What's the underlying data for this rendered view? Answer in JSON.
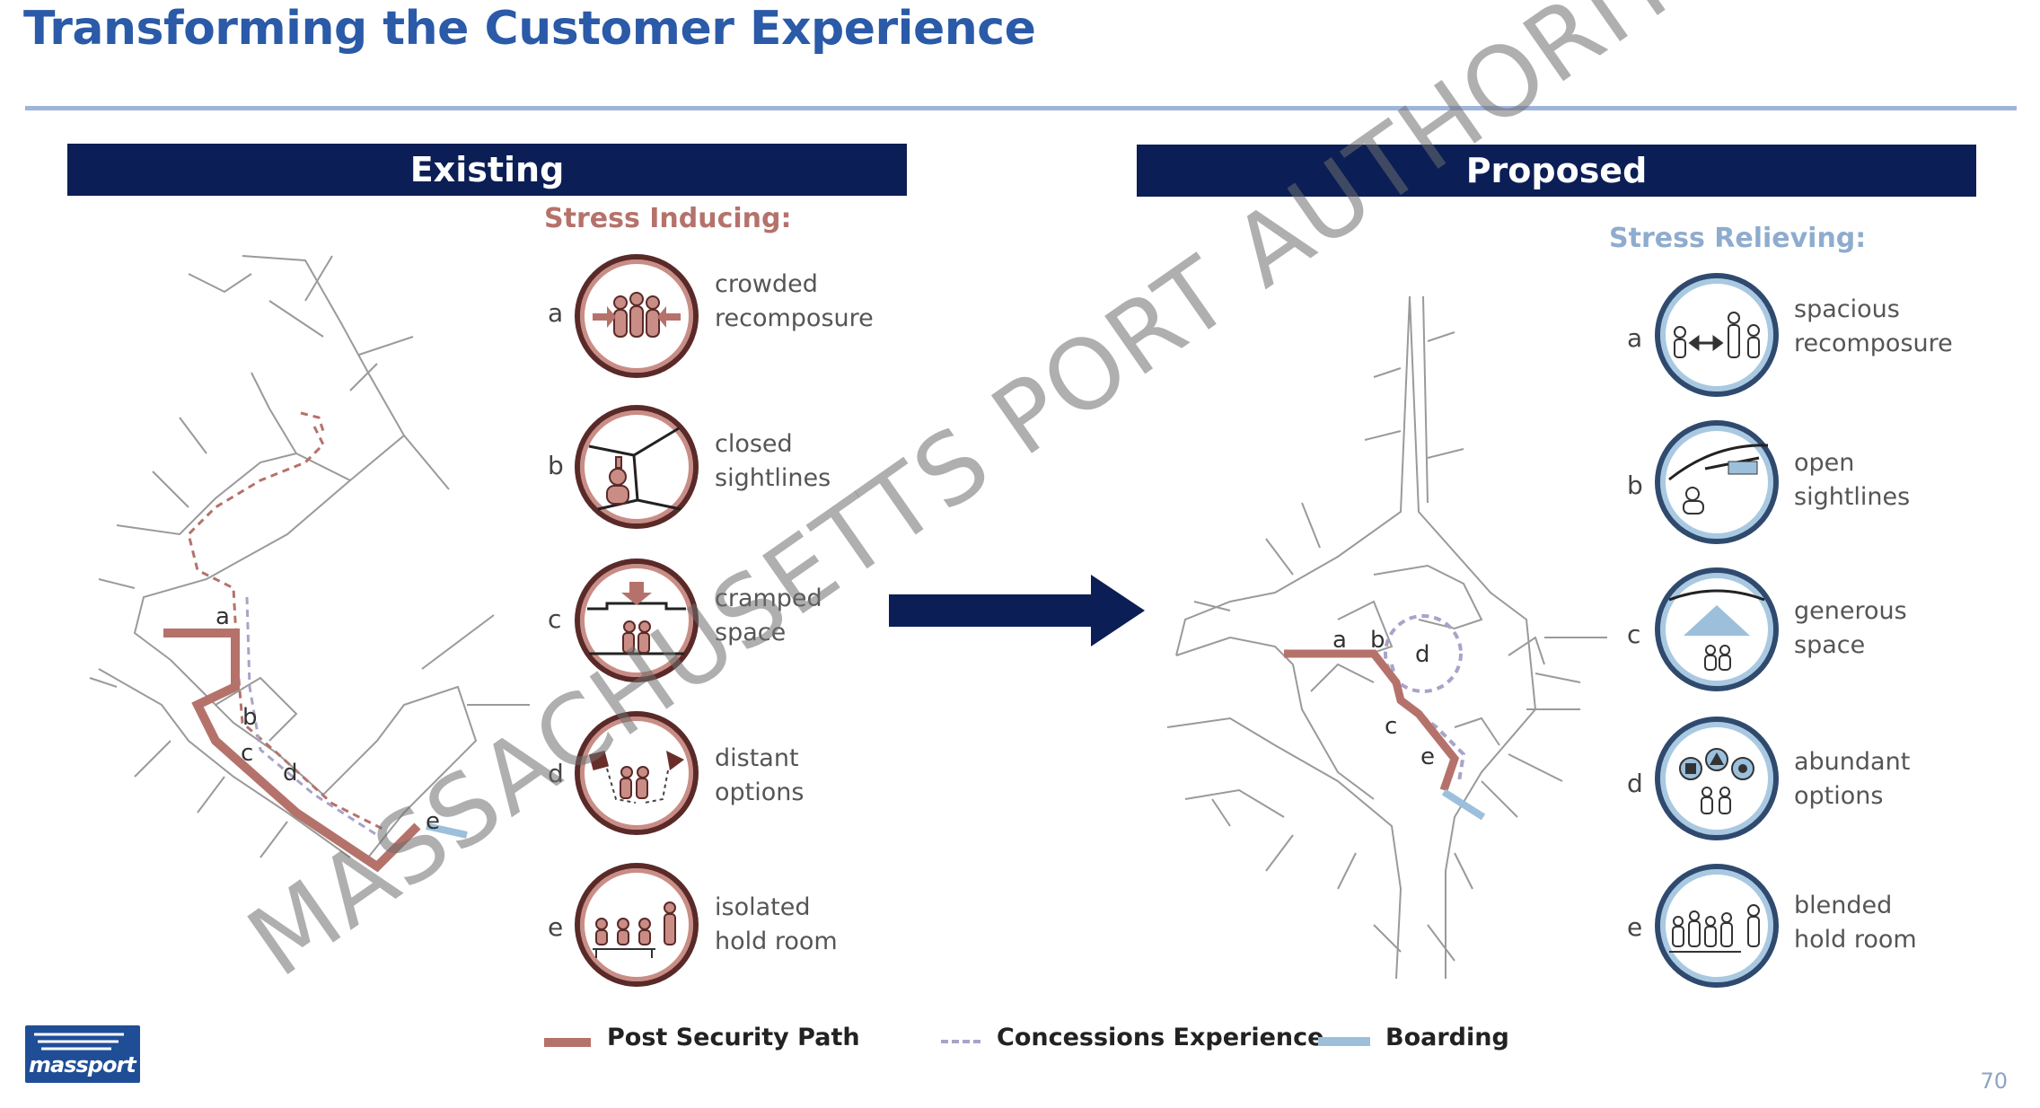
{
  "page": {
    "title": "Transforming the Customer Experience",
    "page_number": "70",
    "watermark": "MASSACHUSETTS PORT AUTHORITY",
    "logo_text": "massport"
  },
  "existing": {
    "header": "Existing",
    "heading": "Stress Inducing:",
    "map_labels": [
      "a",
      "b",
      "c",
      "d",
      "e"
    ],
    "items": [
      {
        "letter": "a",
        "line1": "crowded",
        "line2": "recomposure",
        "icon": "crowded-people-icon"
      },
      {
        "letter": "b",
        "line1": "closed",
        "line2": "sightlines",
        "icon": "blocked-view-icon"
      },
      {
        "letter": "c",
        "line1": "cramped",
        "line2": "space",
        "icon": "low-ceiling-icon"
      },
      {
        "letter": "d",
        "line1": "distant",
        "line2": "options",
        "icon": "distant-options-icon"
      },
      {
        "letter": "e",
        "line1": "isolated",
        "line2": "hold room",
        "icon": "seated-travelers-icon"
      }
    ]
  },
  "proposed": {
    "header": "Proposed",
    "heading": "Stress Relieving:",
    "map_labels": [
      "a",
      "b",
      "c",
      "d",
      "e"
    ],
    "items": [
      {
        "letter": "a",
        "line1": "spacious",
        "line2": "recomposure",
        "icon": "spacious-people-icon"
      },
      {
        "letter": "b",
        "line1": "open",
        "line2": "sightlines",
        "icon": "open-view-icon"
      },
      {
        "letter": "c",
        "line1": "generous",
        "line2": "space",
        "icon": "high-ceiling-icon"
      },
      {
        "letter": "d",
        "line1": "abundant",
        "line2": "options",
        "icon": "abundant-options-icon"
      },
      {
        "letter": "e",
        "line1": "blended",
        "line2": "hold room",
        "icon": "blended-hold-room-icon"
      }
    ]
  },
  "legend": {
    "items": [
      {
        "label": "Post Security Path",
        "color": "#b5726b",
        "style": "solid"
      },
      {
        "label": "Concessions Experience",
        "color": "#a9a3c8",
        "style": "dashed"
      },
      {
        "label": "Boarding",
        "color": "#9cc0dc",
        "style": "solid"
      }
    ]
  },
  "colors": {
    "accent_title": "#2a5aa8",
    "header_band": "#0b1e55",
    "stress_red": "#b5726b",
    "relief_blue": "#8eacce",
    "arrow": "#0b1e55"
  }
}
